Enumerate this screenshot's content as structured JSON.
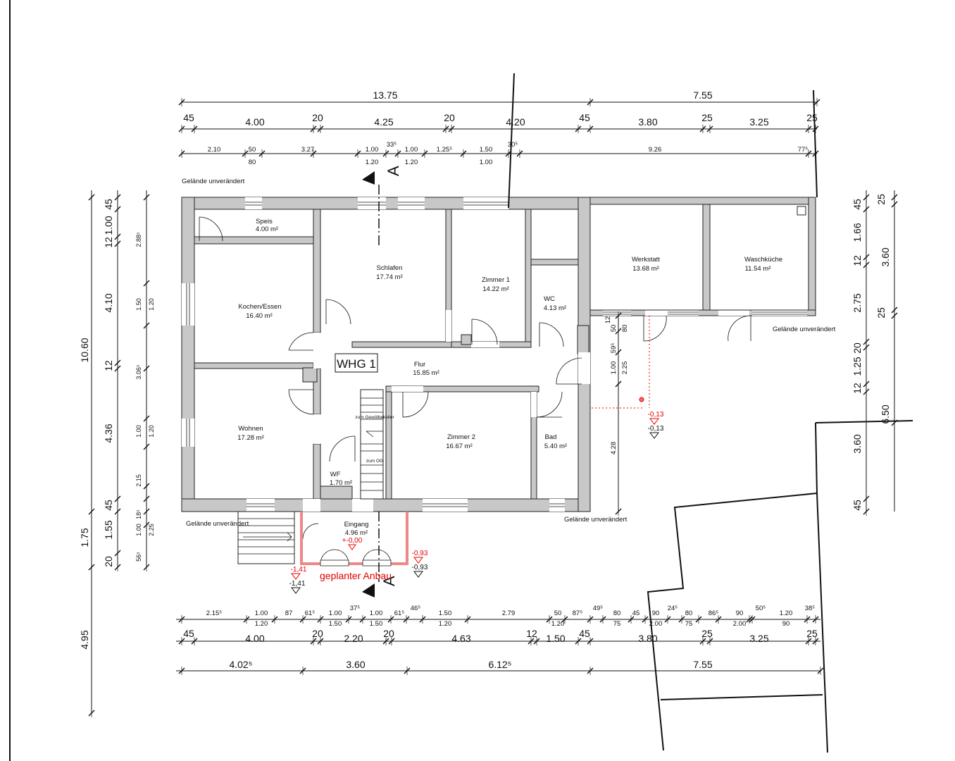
{
  "drawing": {
    "apartment_label": "WHG 1",
    "section_marker": "A",
    "planned_extension": "geplanter Anbau"
  },
  "rooms": [
    {
      "name": "Speis",
      "area": "4.00 m²"
    },
    {
      "name": "Kochen/Essen",
      "area": "16.40 m²"
    },
    {
      "name": "Schlafen",
      "area": "17.74 m²"
    },
    {
      "name": "Zimmer 1",
      "area": "14.22 m²"
    },
    {
      "name": "WC",
      "area": "4.13 m²"
    },
    {
      "name": "Werkstatt",
      "area": "13.68 m²"
    },
    {
      "name": "Waschküche",
      "area": "11.54 m²"
    },
    {
      "name": "Flur",
      "area": "15.85 m²"
    },
    {
      "name": "Wohnen",
      "area": "17.28 m²"
    },
    {
      "name": "Zimmer 2",
      "area": "16.67 m²"
    },
    {
      "name": "Bad",
      "area": "5.40 m²"
    },
    {
      "name": "WF",
      "area": "1.70 m²"
    },
    {
      "name": "Eingang",
      "area": "4.96 m²"
    }
  ],
  "stairs": {
    "down": "zum Gewölbekeller",
    "up": "zum OG"
  },
  "terrain_label": "Gelände unverändert",
  "levels": {
    "entrance": "+-0,00",
    "left_red": "-1,41",
    "left_black": "-1,41",
    "mid_red": "-0,93",
    "mid_black": "-0,93",
    "right_red": "-0,13",
    "right_black": "-0,13"
  },
  "top_dims": {
    "row1": [
      "13.75",
      "7.55"
    ],
    "row2": [
      "45",
      "4.00",
      "20",
      "4.25",
      "20",
      "4.20",
      "45",
      "3.80",
      "25",
      "3.25",
      "25"
    ],
    "row3": [
      "2.10",
      "50",
      "80",
      "3.27",
      "1.00",
      "1.20",
      "33⁵",
      "1.00",
      "1.20",
      "1.25⁵",
      "1.50",
      "1.00",
      "30⁵",
      "9.26",
      "77⁵"
    ]
  },
  "bottom_dims": {
    "row1": [
      "2.15⁵",
      "1.00",
      "1.20",
      "87",
      "61⁵",
      "1.00",
      "1.50",
      "37⁵",
      "1.00",
      "1.50",
      "61⁵",
      "46⁵",
      "1.50",
      "1.20",
      "2.79",
      "50",
      "1.20",
      "87⁵",
      "49⁵",
      "80",
      "75",
      "45",
      "90",
      "2.00",
      "24⁵",
      "80",
      "75",
      "86⁵",
      "90",
      "2.00",
      "50⁵",
      "1.20",
      "90",
      "38⁵"
    ],
    "row2": [
      "45",
      "4.00",
      "20",
      "2.20",
      "20",
      "4.63",
      "12",
      "1.50",
      "45",
      "3.80",
      "25",
      "3.25",
      "25"
    ],
    "row3": [
      "4.02⁵",
      "3.60",
      "6.12⁵",
      "7.55"
    ]
  },
  "left_dims": {
    "outer": [
      "10.60",
      "1.75",
      "4.95"
    ],
    "mid": [
      "45",
      "1.00",
      "12",
      "4.10",
      "12",
      "4.36",
      "45",
      "1.55",
      "20"
    ],
    "inner": [
      "2.88⁵",
      "1.50",
      "1.20",
      "3.06⁵",
      "1.00",
      "1.20",
      "2.15",
      "18⁵",
      "1.00",
      "2.25",
      "56⁵"
    ]
  },
  "center_dims": [
    "12",
    "50",
    "80",
    "59⁵",
    "1.00",
    "2.25",
    "4.28"
  ],
  "right_dims": {
    "outer": [
      "25",
      "3.60",
      "25",
      "6.50"
    ],
    "inner": [
      "45",
      "1.66",
      "12",
      "2.75",
      "20",
      "1.25",
      "12",
      "3.60",
      "45"
    ]
  }
}
